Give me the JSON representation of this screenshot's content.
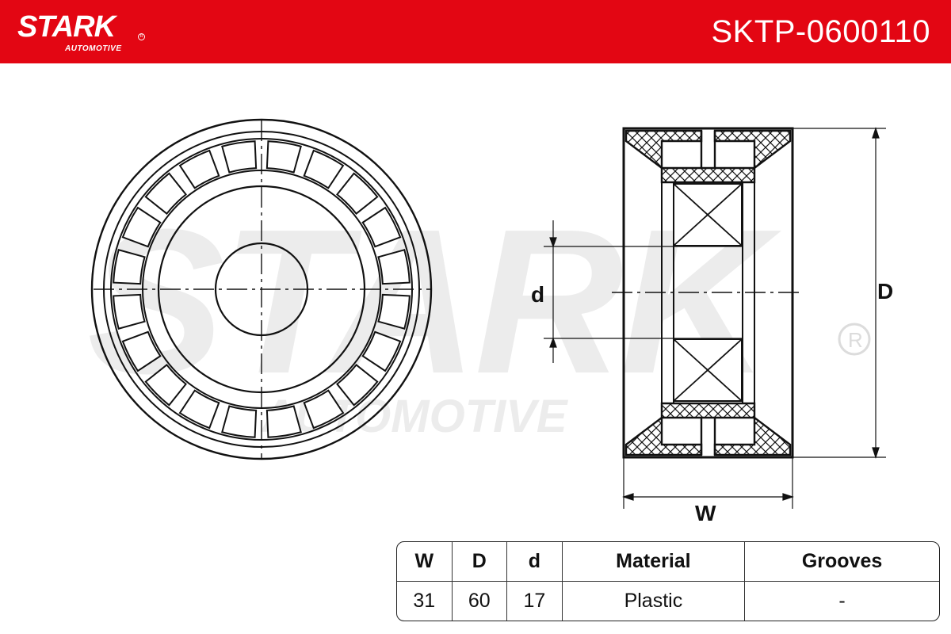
{
  "header": {
    "brand_name": "STARK",
    "brand_reg_mark": "R",
    "brand_tagline": "AUTOMOTIVE",
    "part_number": "SKTP-0600110"
  },
  "watermark": {
    "main": "STARK",
    "sub": "AUTOMOTIVE",
    "reg": "®"
  },
  "drawing": {
    "label_small_d": "d",
    "label_big_d": "D",
    "label_w": "W"
  },
  "specs": {
    "headers": [
      "W",
      "D",
      "d",
      "Material",
      "Grooves"
    ],
    "values": [
      "31",
      "60",
      "17",
      "Plastic",
      "-"
    ]
  },
  "colors": {
    "brand_red": "#e30613",
    "line": "#111111",
    "watermark": "#e8e8e8"
  }
}
